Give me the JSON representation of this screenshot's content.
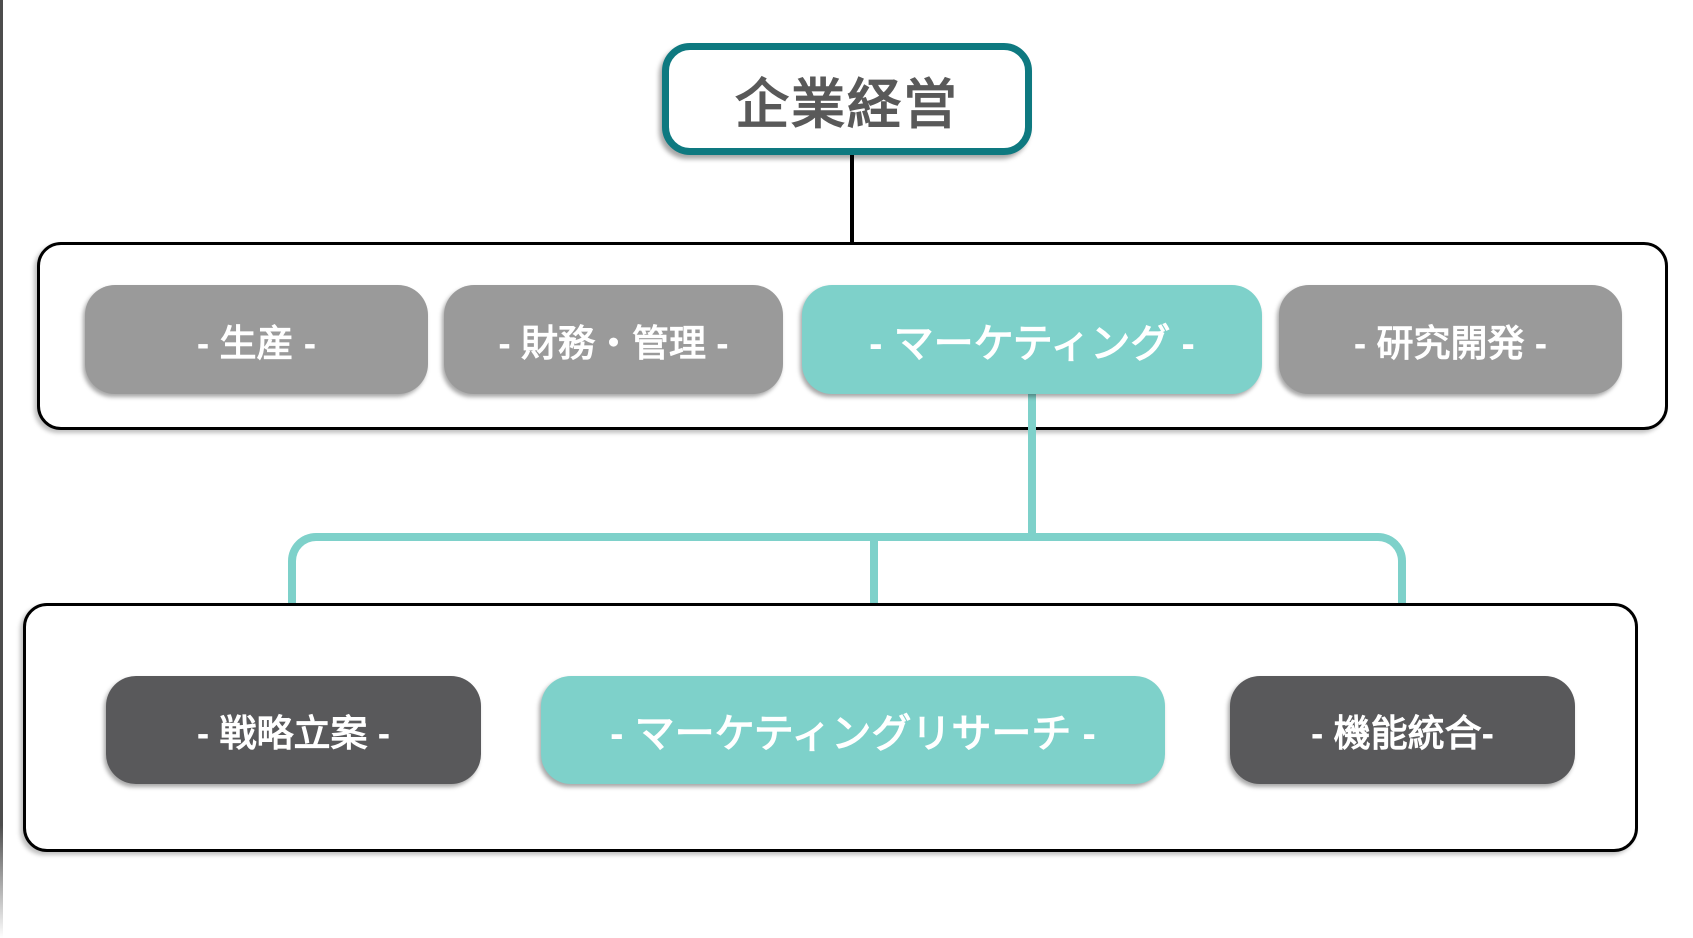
{
  "diagram": {
    "type": "org-chart",
    "root": {
      "label": "企業経営"
    },
    "level1": {
      "items": [
        {
          "label": "- 生産 -",
          "variant": "gray",
          "highlighted": false
        },
        {
          "label": "- 財務・管理 -",
          "variant": "gray",
          "highlighted": false
        },
        {
          "label": "- マーケティング -",
          "variant": "teal",
          "highlighted": true
        },
        {
          "label": "- 研究開発 -",
          "variant": "gray",
          "highlighted": false
        }
      ]
    },
    "level2": {
      "items": [
        {
          "label": "- 戦略立案 -",
          "variant": "darkgray",
          "highlighted": false
        },
        {
          "label": "- マーケティングリサーチ -",
          "variant": "teal",
          "highlighted": true
        },
        {
          "label": "- 機能統合-",
          "variant": "darkgray",
          "highlighted": false
        }
      ]
    },
    "colors": {
      "accent_teal_fill": "#7ed1ca",
      "accent_teal_border": "#0e7980",
      "gray_fill": "#9a9a9a",
      "dark_gray_fill": "#59595b",
      "root_text": "#595959",
      "node_text": "#ffffff",
      "connector_black": "#000000"
    }
  }
}
